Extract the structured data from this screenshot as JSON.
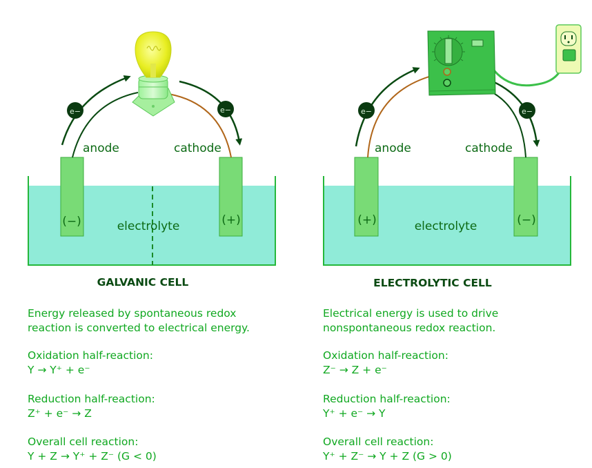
{
  "colors": {
    "dark_green": "#0a4a12",
    "text_green": "#10a820",
    "electrode": "#79db76",
    "electrolyte": "#90ebd8",
    "wire_copper": "#b0661a",
    "power_box": "#3cc04a"
  },
  "galvanic": {
    "anode_label": "anode",
    "cathode_label": "cathode",
    "anode_sign": "(−)",
    "cathode_sign": "(+)",
    "electrolyte_label": "electrolyte",
    "electron_left": "e−",
    "electron_right": "e−",
    "device": "light-bulb",
    "title": "GALVANIC CELL",
    "description_line1": "Energy released by spontaneous redox",
    "description_line2": "reaction is converted to electrical energy.",
    "oxidation_heading": "Oxidation half-reaction:",
    "oxidation_eq": "Y → Y⁺ + e⁻",
    "reduction_heading": "Reduction half-reaction:",
    "reduction_eq": "Z⁺ + e⁻ → Z",
    "overall_heading": "Overall cell reaction:",
    "overall_eq": "Y + Z → Y⁺ + Z⁻ (G < 0)"
  },
  "electrolytic": {
    "anode_label": "anode",
    "cathode_label": "cathode",
    "anode_sign": "(+)",
    "cathode_sign": "(−)",
    "electrolyte_label": "electrolyte",
    "electron_left": "e−",
    "electron_right": "e−",
    "device": "power-supply",
    "title": "ELECTROLYTIC CELL",
    "description_line1": "Electrical energy is used to drive",
    "description_line2": "nonspontaneous redox reaction.",
    "oxidation_heading": "Oxidation half-reaction:",
    "oxidation_eq": "Z⁻ → Z + e⁻",
    "reduction_heading": "Reduction half-reaction:",
    "reduction_eq": "Y⁺ + e⁻ → Y",
    "overall_heading": "Overall cell reaction:",
    "overall_eq": "Y⁺ + Z⁻ → Y + Z (G > 0)"
  }
}
